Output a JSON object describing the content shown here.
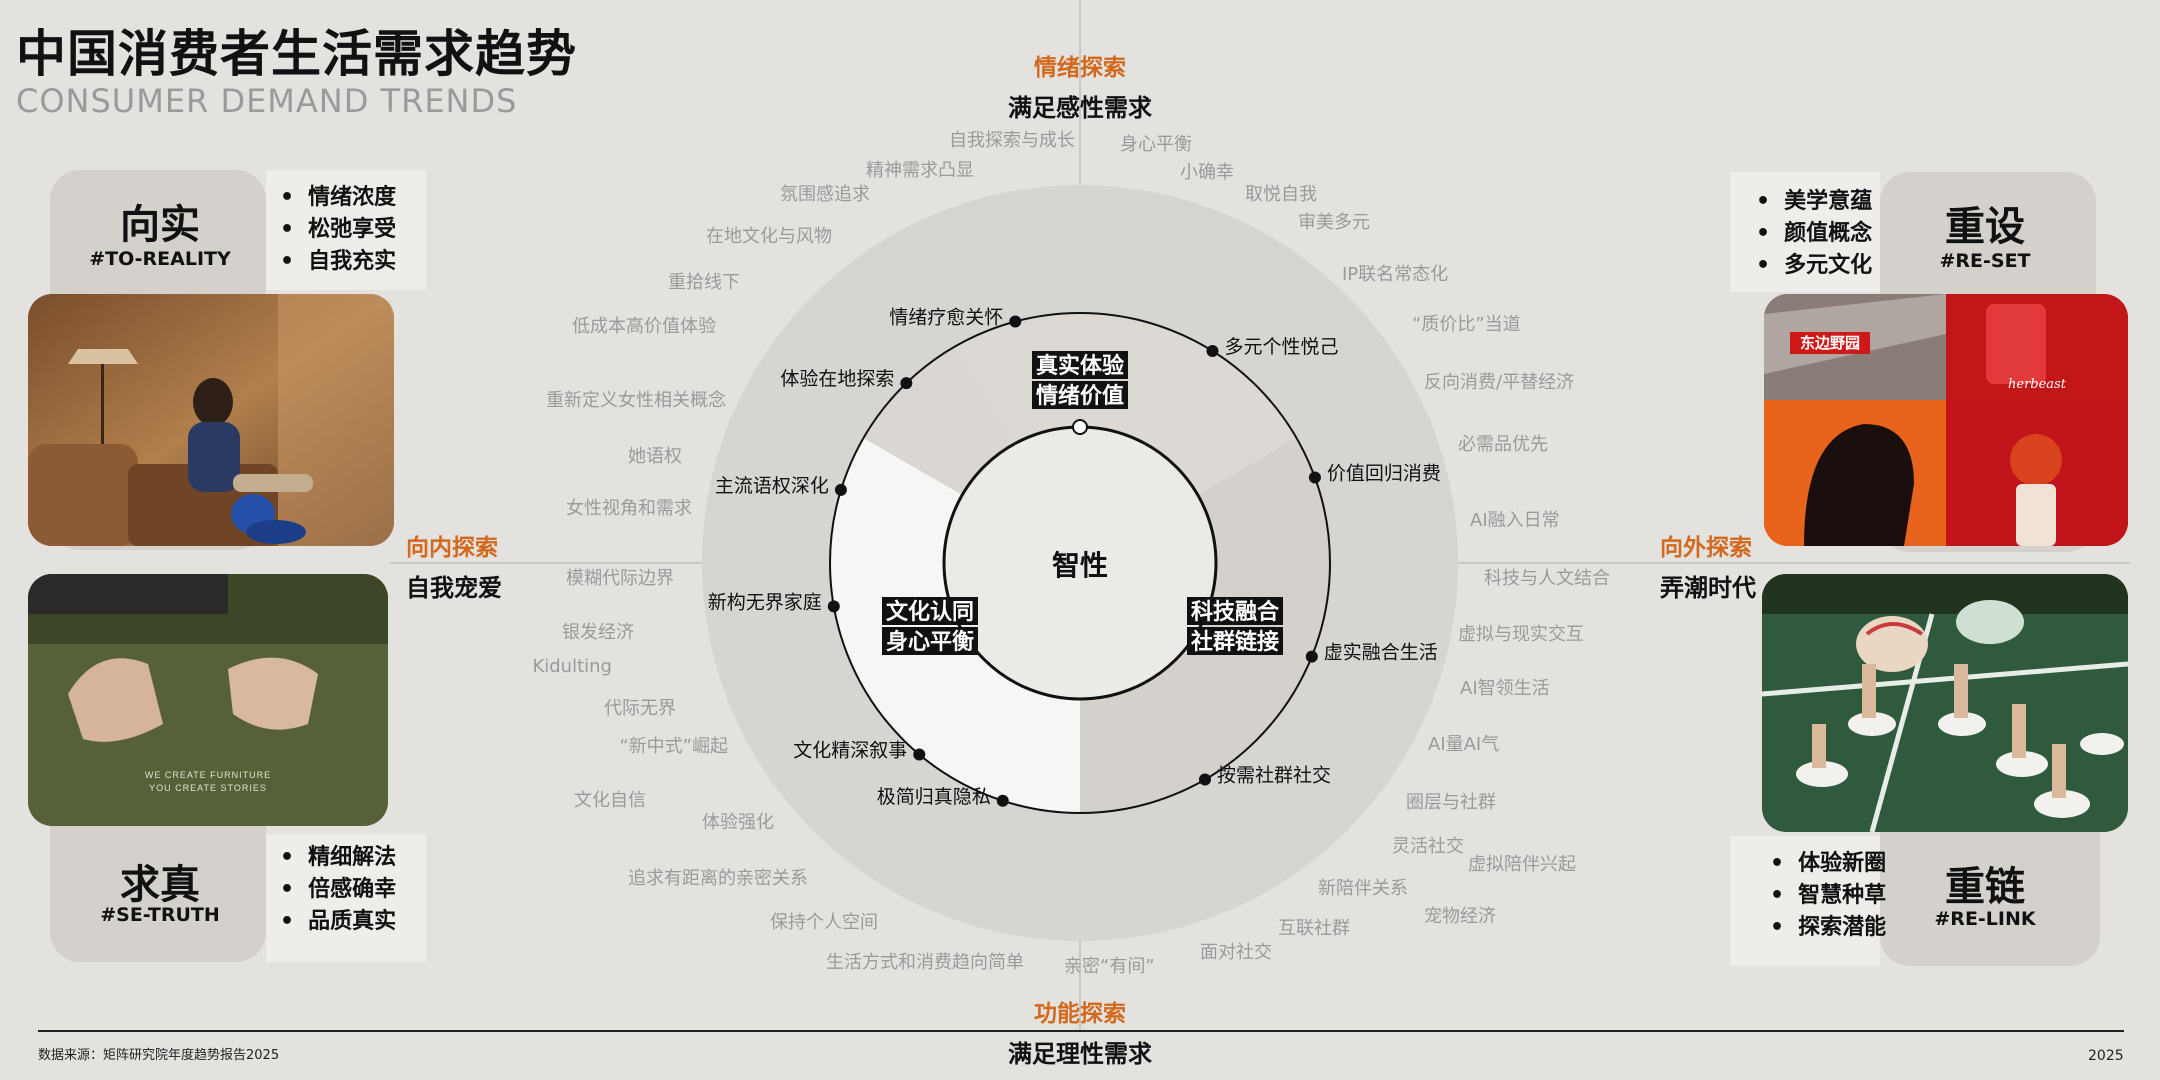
{
  "header": {
    "title": "中国消费者生活需求趋势",
    "subtitle": "CONSUMER DEMAND TRENDS"
  },
  "axes": {
    "top": {
      "category": "情绪探索",
      "desc": "满足感性需求"
    },
    "bottom": {
      "category": "功能探索",
      "desc": "满足理性需求"
    },
    "left": {
      "category": "向内探索",
      "desc": "自我宠爱"
    },
    "right": {
      "category": "向外探索",
      "desc": "弄潮时代"
    }
  },
  "center": {
    "label": "智性",
    "sectors": {
      "top": [
        "真实体验",
        "情绪价值"
      ],
      "left": [
        "文化认同",
        "身心平衡"
      ],
      "right": [
        "科技融合",
        "社群链接"
      ]
    }
  },
  "ring_nodes": [
    "情绪疗愈关怀",
    "多元个性悦己",
    "体验在地探索",
    "价值回归消费",
    "主流语权深化",
    "新构无界家庭",
    "虚实融合生活",
    "文化精深叙事",
    "按需社群社交",
    "极简归真隐私"
  ],
  "outer_keywords": [
    "自我探索与成长",
    "身心平衡",
    "精神需求凸显",
    "小确幸",
    "氛围感追求",
    "取悦自我",
    "审美多元",
    "在地文化与风物",
    "IP联名常态化",
    "重拾线下",
    "低成本高价值体验",
    "“质价比”当道",
    "反向消费/平替经济",
    "重新定义女性相关概念",
    "必需品优先",
    "她语权",
    "女性视角和需求",
    "AI融入日常",
    "模糊代际边界",
    "科技与人文结合",
    "银发经济",
    "虚拟与现实交互",
    "Kidulting",
    "AI智领生活",
    "代际无界",
    "“新中式”崛起",
    "AI量AI气",
    "文化自信",
    "圈层与社群",
    "体验强化",
    "灵活社交",
    "虚拟陪伴兴起",
    "追求有距离的亲密关系",
    "新陪伴关系",
    "宠物经济",
    "保持个人空间",
    "互联社群",
    "生活方式和消费趋向简单",
    "亲密“有间”",
    "面对社交"
  ],
  "quadrants": {
    "tl": {
      "name": "向实",
      "tag": "#TO-REALITY",
      "bullets": [
        "情绪浓度",
        "松弛享受",
        "自我充实"
      ]
    },
    "tr": {
      "name": "重设",
      "tag": "#RE-SET",
      "bullets": [
        "美学意蕴",
        "颜值概念",
        "多元文化"
      ]
    },
    "bl": {
      "name": "求真",
      "tag": "#SE-TRUTH",
      "bullets": [
        "精细解法",
        "倍感确幸",
        "品质真实"
      ]
    },
    "br": {
      "name": "重链",
      "tag": "#RE-LINK",
      "bullets": [
        "体验新圈",
        "智慧种草",
        "探索潜能"
      ]
    }
  },
  "photo_text": {
    "sofa_caption": [
      "WE CREATE FURNITURE",
      "YOU CREATE STORIES"
    ],
    "poster_red": "东边野园",
    "poster_brand": "herbeast"
  },
  "footer": {
    "source": "数据来源：矩阵研究院年度趋势报告2025",
    "year": "2025"
  },
  "colors": {
    "background": "#e4e2de",
    "accent": "#d2691e",
    "outer_circle": "#d7d5d1",
    "ring": "#cfccc7",
    "center": "#ebeae7"
  }
}
